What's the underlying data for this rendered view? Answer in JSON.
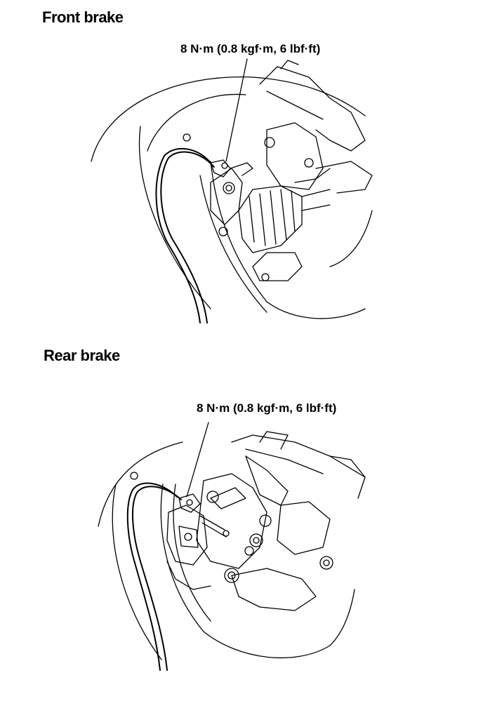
{
  "front": {
    "heading": "Front brake",
    "torque_label": "8 N·m (0.8 kgf·m, 6 lbf·ft)"
  },
  "rear": {
    "heading": "Rear brake",
    "torque_label": "8 N·m (0.8 kgf·m, 6 lbf·ft)"
  },
  "colors": {
    "ink": "#000000",
    "paper": "#ffffff"
  }
}
